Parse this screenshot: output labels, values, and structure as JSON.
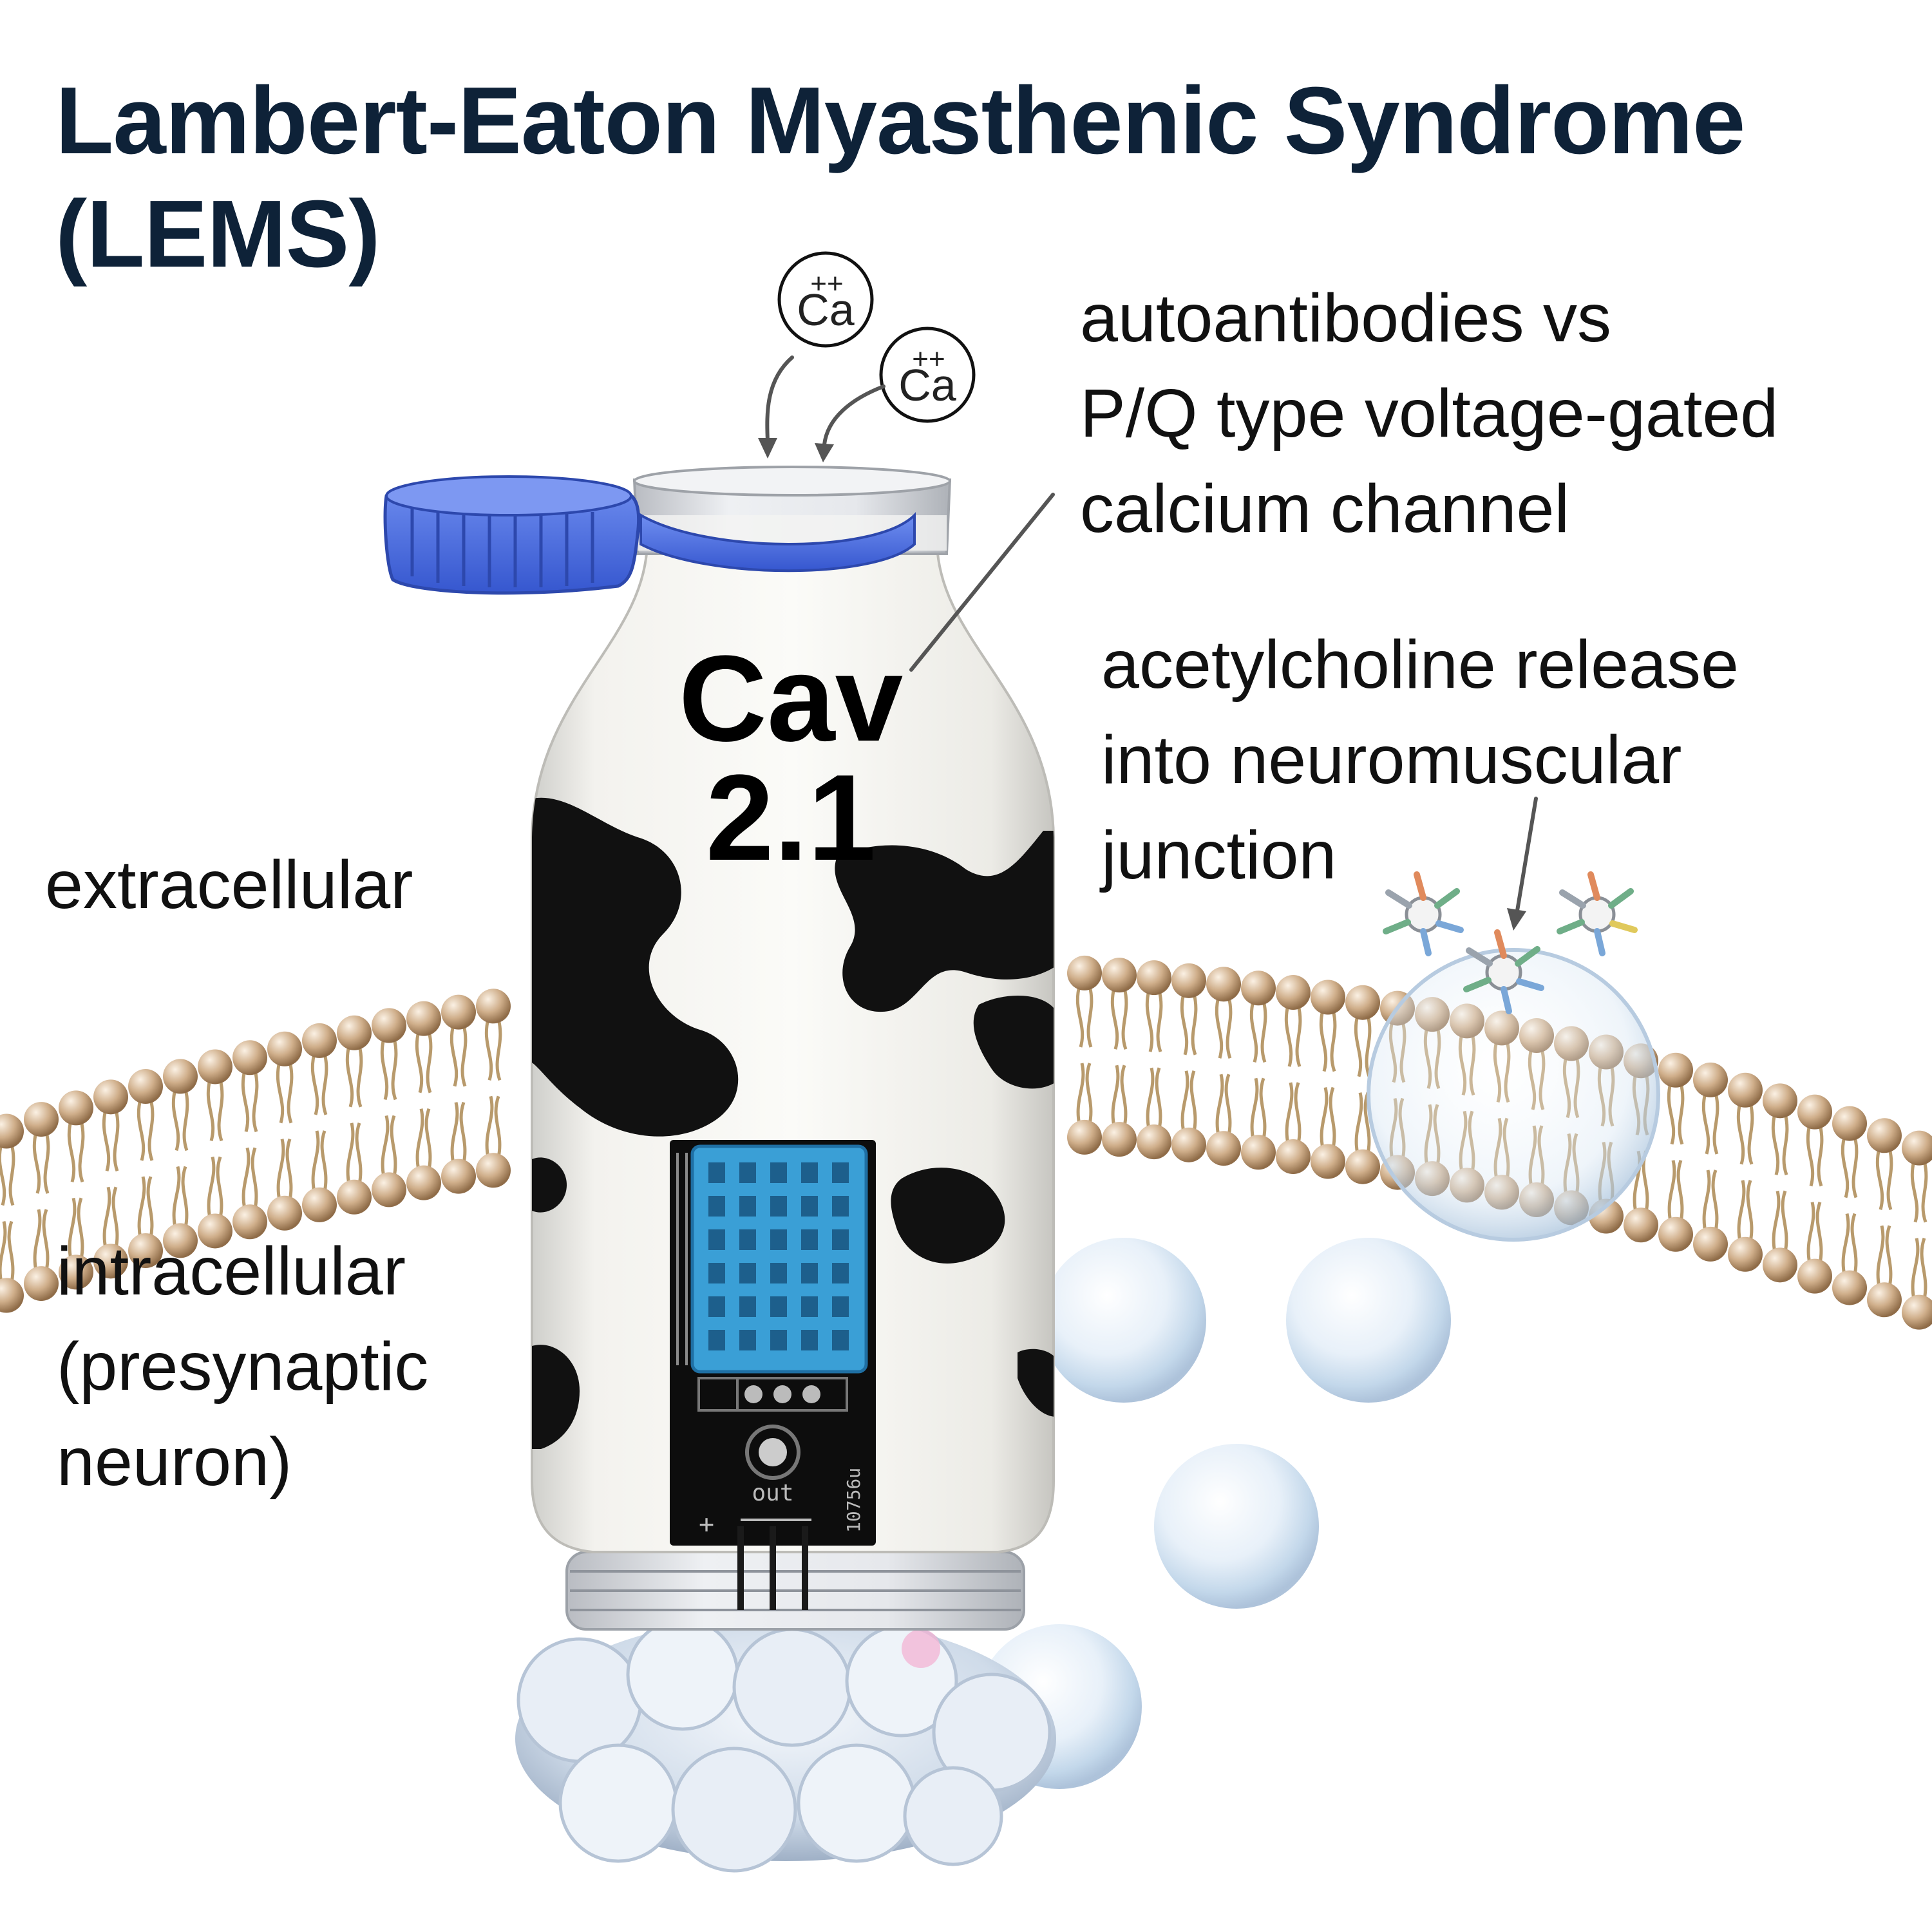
{
  "title": {
    "line1": "Lambert-Eaton Myasthenic Syndrome",
    "line2": "(LEMS)"
  },
  "ions": [
    {
      "charge": "++",
      "symbol": "Ca"
    },
    {
      "charge": "++",
      "symbol": "Ca"
    }
  ],
  "channel": {
    "line1": "Cav",
    "line2": "2.1"
  },
  "labels": {
    "autoantibodies": [
      "autoantibodies vs",
      "P/Q type voltage-gated",
      "calcium channel"
    ],
    "acetylcholine": [
      "acetylcholine release",
      "into neuromuscular",
      "junction"
    ],
    "extracellular": "extracellular",
    "intracellular": [
      "intracellular",
      "(presynaptic",
      "neuron)"
    ]
  },
  "sensor_board": {
    "out_label": "out",
    "plus_label": "+",
    "code": "10756u"
  },
  "colors": {
    "title": "#0e2238",
    "membrane_head": "#c9a886",
    "membrane_tail": "#b89a6c",
    "cap_blue": "#4a6ee0",
    "sensor_blue": "#3a9fd6",
    "cow_spot": "#111111",
    "vesicle": "#dfe9f4"
  }
}
